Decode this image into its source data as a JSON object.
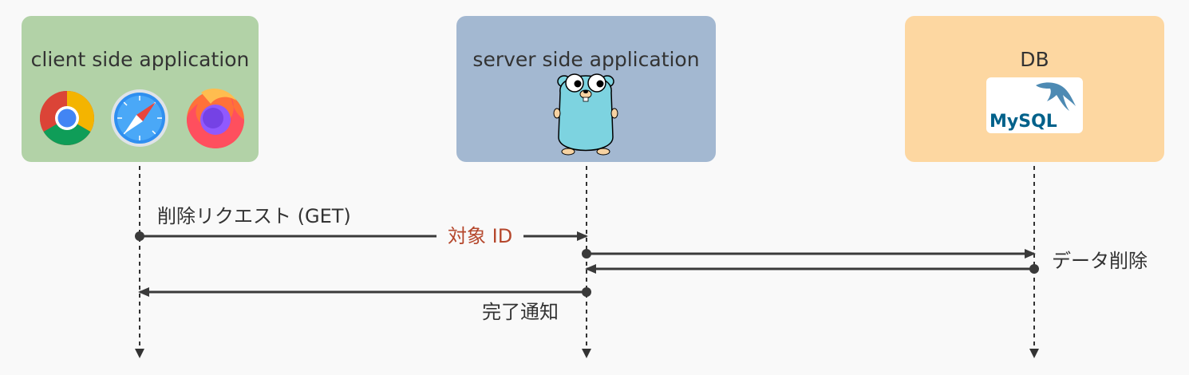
{
  "colors": {
    "background": "#f9f9f9",
    "client_box": "#b2d2a7",
    "server_box": "#a3b8d1",
    "db_box": "#fdd7a1",
    "lifeline": "#333333",
    "arrow": "#3a3a3a",
    "highlight_text": "#b5472c"
  },
  "lanes": {
    "client": {
      "title": "client side application",
      "icons": [
        "chrome-icon",
        "safari-icon",
        "firefox-icon"
      ]
    },
    "server": {
      "title": "server side application",
      "icons": [
        "go-gopher-icon"
      ]
    },
    "db": {
      "title": "DB",
      "icons": [
        "mysql-logo"
      ],
      "logo_text": "MySQL"
    }
  },
  "messages": [
    {
      "from": "client",
      "to": "server",
      "label": "削除リクエスト (GET)",
      "sublabel": "対象 ID"
    },
    {
      "from": "server",
      "to": "db",
      "label": ""
    },
    {
      "from": "db",
      "to": "server",
      "label": "データ削除"
    },
    {
      "from": "server",
      "to": "client",
      "label": "完了通知"
    }
  ]
}
